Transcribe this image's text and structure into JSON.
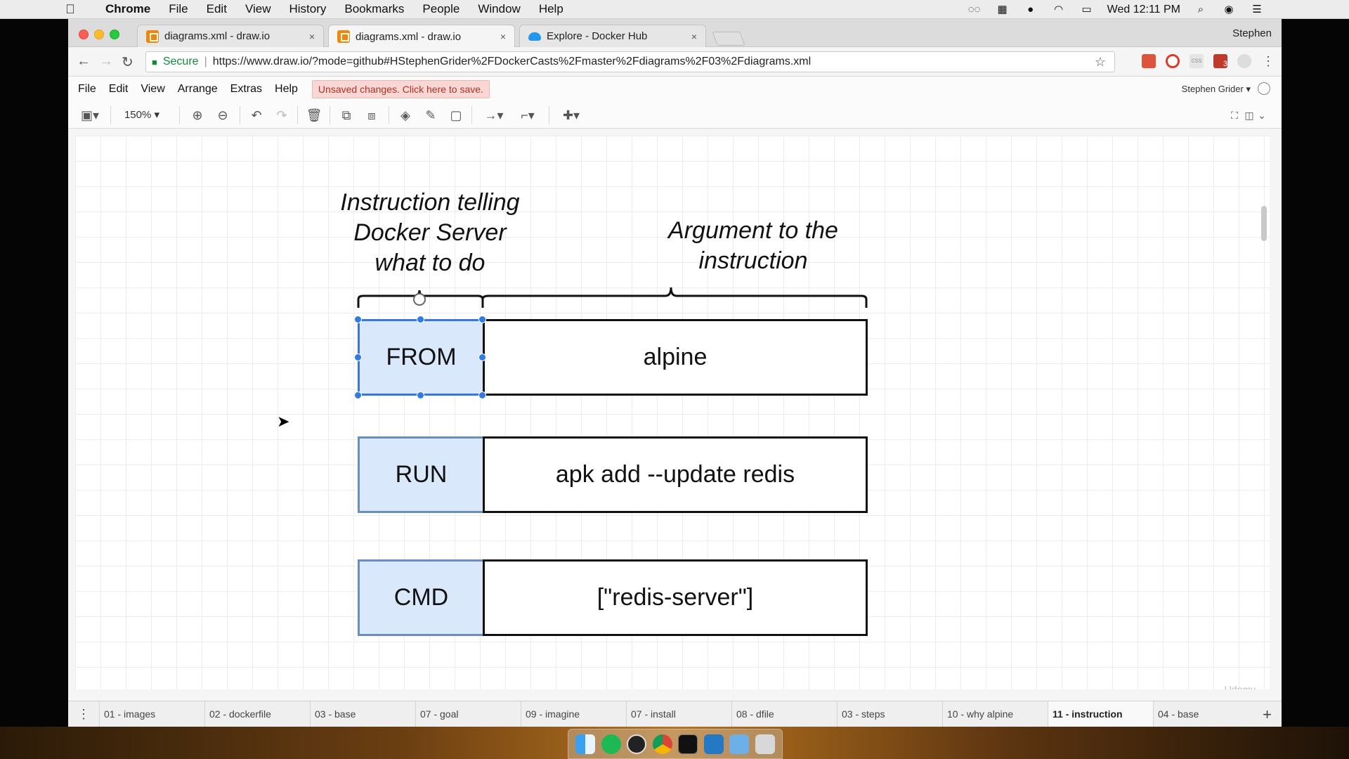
{
  "menubar": {
    "apple_icon": "",
    "app_name": "Chrome",
    "menus": [
      "File",
      "Edit",
      "View",
      "History",
      "Bookmarks",
      "People",
      "Window",
      "Help"
    ],
    "clock": "Wed 12:11 PM"
  },
  "browser": {
    "tabs": [
      {
        "title": "diagrams.xml - draw.io",
        "icon": "drawio-icon"
      },
      {
        "title": "diagrams.xml - draw.io",
        "icon": "drawio-icon"
      },
      {
        "title": "Explore - Docker Hub",
        "icon": "docker-icon"
      }
    ],
    "close_glyph": "×",
    "profile": "Stephen",
    "secure_label": "Secure",
    "url": "https://www.draw.io/?mode=github#HStephenGrider%2FDockerCasts%2Fmaster%2Fdiagrams%2F03%2Fdiagrams.xml",
    "back": "←",
    "forward": "→",
    "reload": "↻",
    "star": "☆",
    "extension_badge": "3"
  },
  "drawio": {
    "menus": [
      "File",
      "Edit",
      "View",
      "Arrange",
      "Extras",
      "Help"
    ],
    "unsaved": "Unsaved changes. Click here to save.",
    "account": "Stephen Grider",
    "account_caret": "▾",
    "zoom": "150%",
    "zoom_caret": "▾"
  },
  "diagram": {
    "label_instruction": "Instruction telling Docker Server what to do",
    "label_argument": "Argument to the instruction",
    "rows": [
      {
        "instruction": "FROM",
        "argument": "alpine"
      },
      {
        "instruction": "RUN",
        "argument": "apk add --update redis"
      },
      {
        "instruction": "CMD",
        "argument": "[\"redis-server\"]"
      }
    ],
    "watermark": "Udemy"
  },
  "pages": {
    "menu_glyph": "⋮",
    "add_glyph": "+",
    "active_index": 9,
    "tabs": [
      "01 - images",
      "02 - dockerfile",
      "03 - base",
      "07 - goal",
      "09 - imagine",
      "07 - install",
      "08 - dfile",
      "03 - steps",
      "10 - why alpine",
      "11 - instruction",
      "04 - base"
    ]
  },
  "colors": {
    "instruction_fill": "#dae8fc",
    "instruction_border": "#6c8ebf",
    "selection": "#2f7be5",
    "unsaved_bg": "#f8d7d4"
  }
}
